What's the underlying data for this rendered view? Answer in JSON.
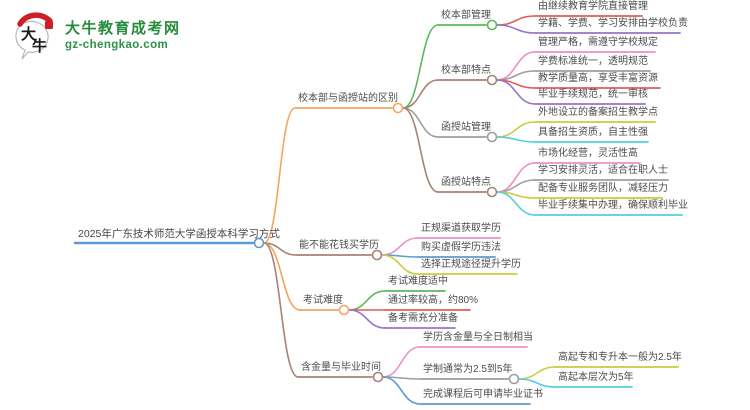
{
  "logo": {
    "title": "大牛教育成考网",
    "domain": "gz-chengkao.com",
    "bubble_text_top": "大",
    "bubble_text_bottom": "牛",
    "colors": {
      "green": "#268c3b",
      "red": "#cc2027",
      "ink": "#1a1a1a"
    }
  },
  "mindmap": {
    "root": {
      "label": "2025年广东技术师范大学函授本科学习方式",
      "color": "#5b9bd5"
    },
    "branches": [
      {
        "label": "校本部与函授站的区别",
        "color": "#f5a45d",
        "children": [
          {
            "label": "校本部管理",
            "color": "#5cb85c",
            "children": [
              {
                "label": "由继续教育学院直接管理",
                "color": "#e05c5c"
              },
              {
                "label": "学籍、学费、学习安排由学校负责",
                "color": "#9575cd"
              }
            ]
          },
          {
            "label": "校本部特点",
            "color": "#a98175",
            "children": [
              {
                "label": "管理严格，需遵守学校规定",
                "color": "#ef8fc7"
              },
              {
                "label": "学费标准统一，透明规范",
                "color": "#9e9e9e"
              },
              {
                "label": "教学质量高，享受丰富资源",
                "color": "#e05c5c"
              },
              {
                "label": "毕业手续规范，统一审核",
                "color": "#9575cd"
              }
            ]
          },
          {
            "label": "函授站管理",
            "color": "#9e9e9e",
            "children": [
              {
                "label": "外地设立的备案招生教学点",
                "color": "#c9cc3f"
              },
              {
                "label": "具备招生资质，自主性强",
                "color": "#4fd0e0"
              }
            ]
          },
          {
            "label": "函授站特点",
            "color": "#a98175",
            "children": [
              {
                "label": "市场化经营，灵活性高",
                "color": "#ef8fc7"
              },
              {
                "label": "学习安排灵活，适合在职人士",
                "color": "#9e9e9e"
              },
              {
                "label": "配备专业服务团队，减轻压力",
                "color": "#c9cc3f"
              },
              {
                "label": "毕业手续集中办理，确保顺利毕业",
                "color": "#4fd0e0"
              }
            ]
          }
        ]
      },
      {
        "label": "能不能花钱买学历",
        "color": "#a98175",
        "children": [
          {
            "label": "正规渠道获取学历",
            "color": "#ef8fc7"
          },
          {
            "label": "购买虚假学历违法",
            "color": "#5b9bd5"
          },
          {
            "label": "选择正规途径提升学历",
            "color": "#c9cc3f"
          }
        ]
      },
      {
        "label": "考试难度",
        "color": "#f5a45d",
        "children": [
          {
            "label": "考试难度适中",
            "color": "#5cb85c"
          },
          {
            "label": "通过率较高，约80%",
            "color": "#e05c5c"
          },
          {
            "label": "备考需充分准备",
            "color": "#9575cd"
          }
        ]
      },
      {
        "label": "含金量与毕业时间",
        "color": "#a98175",
        "children": [
          {
            "label": "学历含金量与全日制相当",
            "color": "#ef8fc7"
          },
          {
            "label": "学制通常为2.5到5年",
            "color": "#9e9e9e",
            "children": [
              {
                "label": "高起专和专升本一般为2.5年",
                "color": "#c9cc3f"
              },
              {
                "label": "高起本层次为5年",
                "color": "#4fd0e0"
              }
            ]
          },
          {
            "label": "完成课程后可申请毕业证书",
            "color": "#5b9bd5"
          }
        ]
      }
    ]
  }
}
